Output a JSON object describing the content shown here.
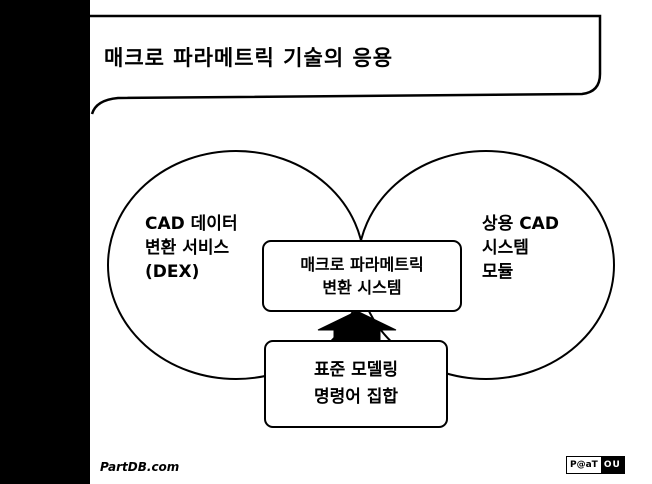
{
  "slide": {
    "title": "매크로 파라메트릭 기술의 응용"
  },
  "diagram": {
    "left_circle": {
      "lines": [
        "CAD 데이터",
        "변환 서비스",
        "(DEX)"
      ]
    },
    "right_circle": {
      "lines": [
        "상용 CAD",
        "시스템",
        "모듈"
      ]
    },
    "center_box": {
      "lines": [
        "매크로 파라메트릭",
        "변환 시스템"
      ]
    },
    "bottom_box": {
      "lines": [
        "표준 모델링",
        "명령어 집합"
      ]
    }
  },
  "footer": {
    "source": "PartDB.com",
    "logo_left": "P@aT",
    "logo_right": "OU"
  },
  "colors": {
    "background": "#ffffff",
    "ink": "#000000"
  }
}
